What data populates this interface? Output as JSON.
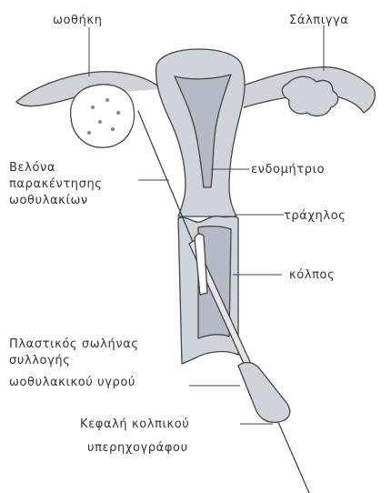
{
  "labels": {
    "ovary": "ωοθήκη",
    "fallopian_tube": "Σάλπιγγα",
    "endometrium": "ενδομήτριο",
    "needle_line1": "Βελόνα",
    "needle_line2": "παρακέντησης",
    "needle_line3": "ωοθυλακίων",
    "cervix": "τράχηλος",
    "vagina": "κόλπος",
    "tube_line1": "Πλαστικός σωλήνας",
    "tube_line2": "συλλογής",
    "tube_line3": "ωοθυλακικού υγρού",
    "probe_line1": "Κεφαλή κολπικού",
    "probe_line2": "υπερηχογράφου"
  },
  "colors": {
    "tissue_fill": "#cfd3da",
    "cavity_fill": "#b4bac6",
    "line": "#444444",
    "text": "#333333"
  }
}
